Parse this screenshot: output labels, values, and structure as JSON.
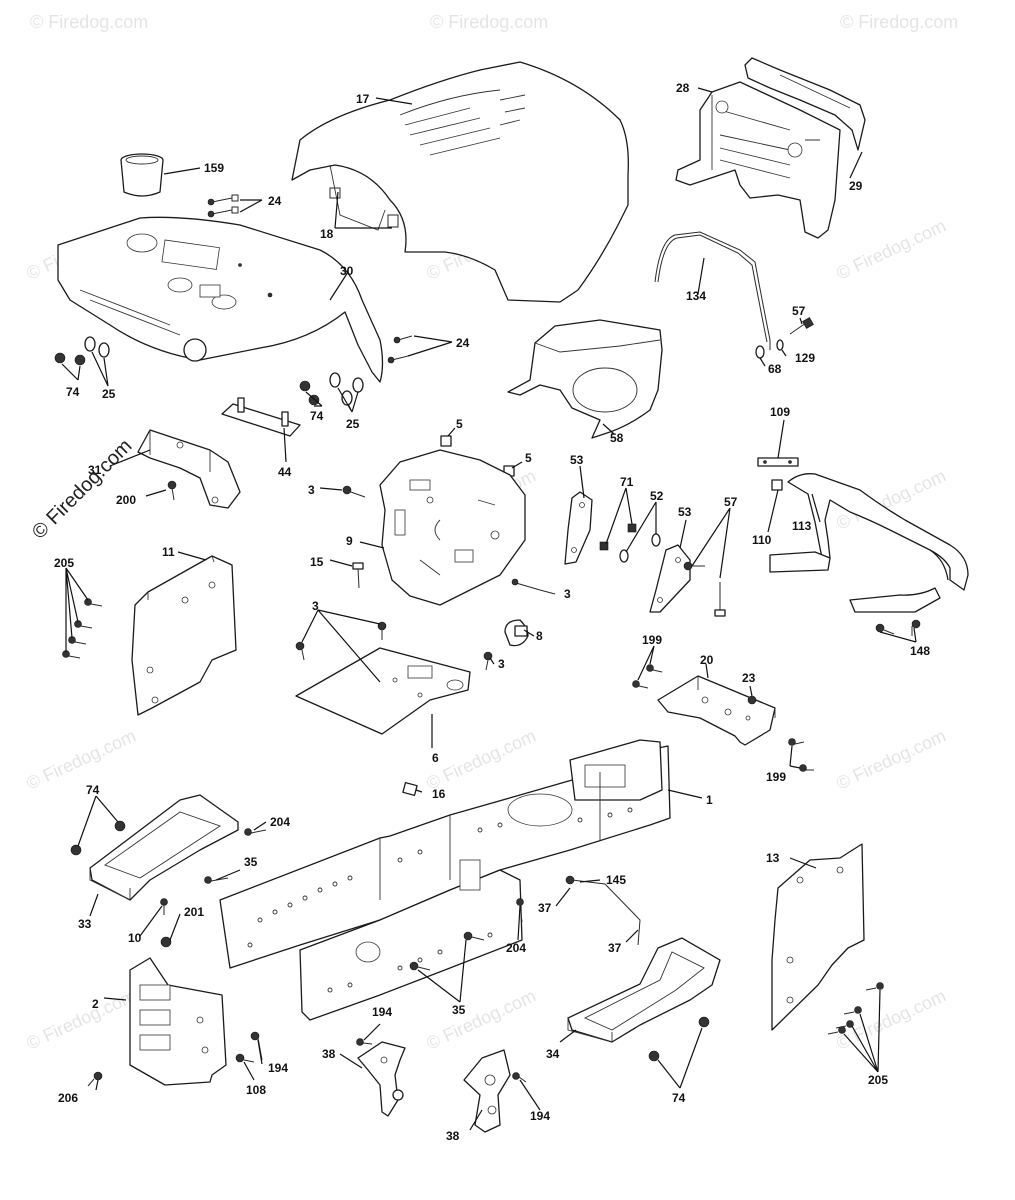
{
  "watermark": {
    "text": "© Firedog.com",
    "side_text": "© Firedog.com"
  },
  "labels": {
    "l17": "17",
    "l28": "28",
    "l29": "29",
    "l159": "159",
    "l24a": "24",
    "l18": "18",
    "l30": "30",
    "l134": "134",
    "l57a": "57",
    "l129": "129",
    "l68": "68",
    "l24b": "24",
    "l74a": "74",
    "l25a": "25",
    "l74b": "74",
    "l25b": "25",
    "l58": "58",
    "l44": "44",
    "l31": "31",
    "l200": "200",
    "l5a": "5",
    "l5b": "5",
    "l3a": "3",
    "l9": "9",
    "l53a": "53",
    "l71": "71",
    "l52": "52",
    "l53b": "53",
    "l57b": "57",
    "l109": "109",
    "l110": "110",
    "l113": "113",
    "l205a": "205",
    "l11": "11",
    "l15": "15",
    "l3b": "3",
    "l3c": "3",
    "l8": "8",
    "l3d": "3",
    "l148": "148",
    "l199a": "199",
    "l20": "20",
    "l23": "23",
    "l6": "6",
    "l199b": "199",
    "l74c": "74",
    "l16": "16",
    "l1": "1",
    "l204a": "204",
    "l35a": "35",
    "l13": "13",
    "l33": "33",
    "l201": "201",
    "l10": "10",
    "l145": "145",
    "l37a": "37",
    "l204b": "204",
    "l37b": "37",
    "l2": "2",
    "l35b": "35",
    "l194a": "194",
    "l38a": "38",
    "l194b": "194",
    "l108": "108",
    "l34": "34",
    "l206": "206",
    "l74d": "74",
    "l205b": "205",
    "l38b": "38",
    "l194c": "194"
  }
}
